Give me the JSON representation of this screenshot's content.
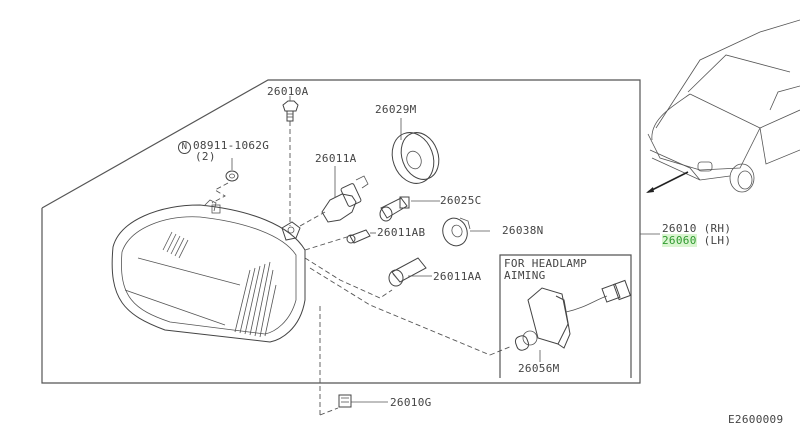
{
  "diagram": {
    "title_code": "E2600009",
    "assembly": {
      "part_rh": "26010",
      "side_rh": "(RH)",
      "part_lh": "26060",
      "side_lh": "(LH)",
      "highlight_color": "#2f9a2f"
    },
    "inset": {
      "line1": "FOR HEADLAMP",
      "line2": "AIMING",
      "part": "26056M"
    },
    "parts": {
      "bolt": "26010A",
      "nut_prefix": "N",
      "nut": "08911-1062G",
      "nut_qty": "(2)",
      "bulb_main": "26011A",
      "cap": "26029M",
      "socket": "26025C",
      "bulb_small": "26011AB",
      "socket_ring": "26038N",
      "bulb_turn": "26011AA",
      "clip": "26010G"
    }
  }
}
